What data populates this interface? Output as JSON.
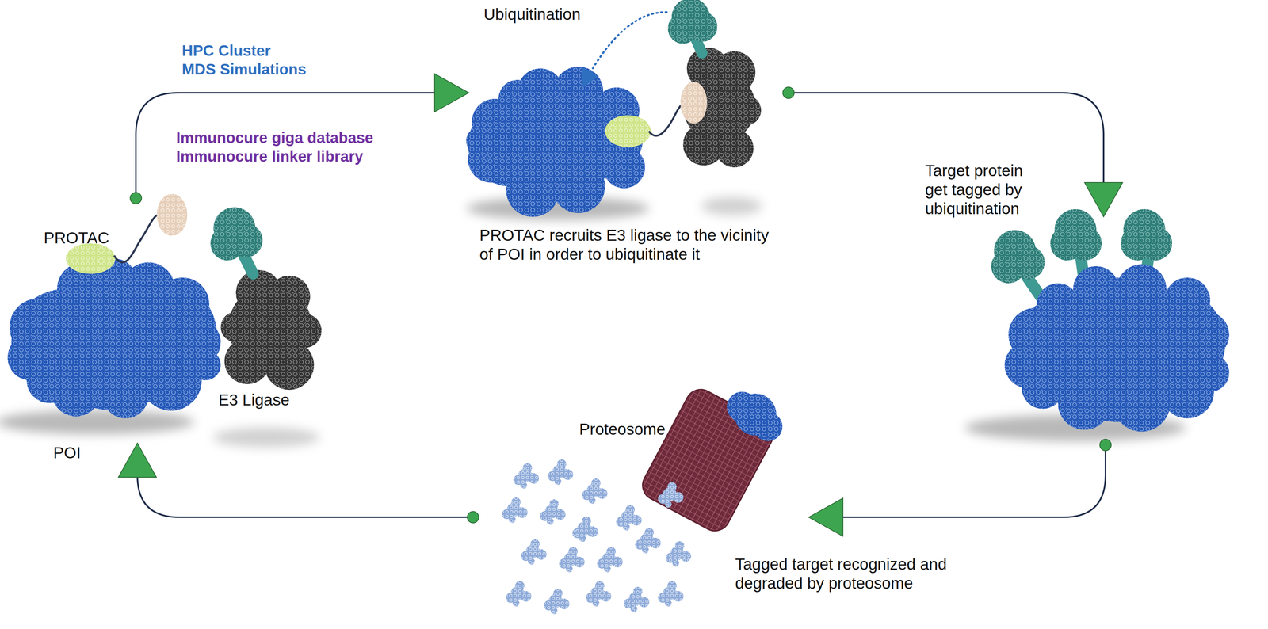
{
  "diagram": {
    "nodes": [
      {
        "text": [
          "PROTAC",
          "E3 Ligase",
          "POI"
        ]
      },
      {
        "text": [
          "PROTAC recruits E3 ligase to the vicinity of POI in order to ubiquitinate it"
        ]
      },
      {
        "text": [
          "Target protein get tagged by ubiquitination"
        ]
      },
      {
        "text": [
          "Proteosome",
          "Tagged target recognized and degraded by proteosome"
        ]
      }
    ],
    "edges": [
      {
        "from": 0,
        "to": 1,
        "arrow": "to"
      },
      {
        "from": 1,
        "to": 2,
        "arrow": "to"
      },
      {
        "from": 2,
        "to": 3,
        "arrow": "to"
      },
      {
        "from": 3,
        "to": 0,
        "arrow": "to"
      }
    ],
    "labels": [
      "HPC Cluster",
      "MDS Simulations",
      "Immunocure giga database",
      "Immunocure linker library",
      "Ubiquitination"
    ]
  }
}
